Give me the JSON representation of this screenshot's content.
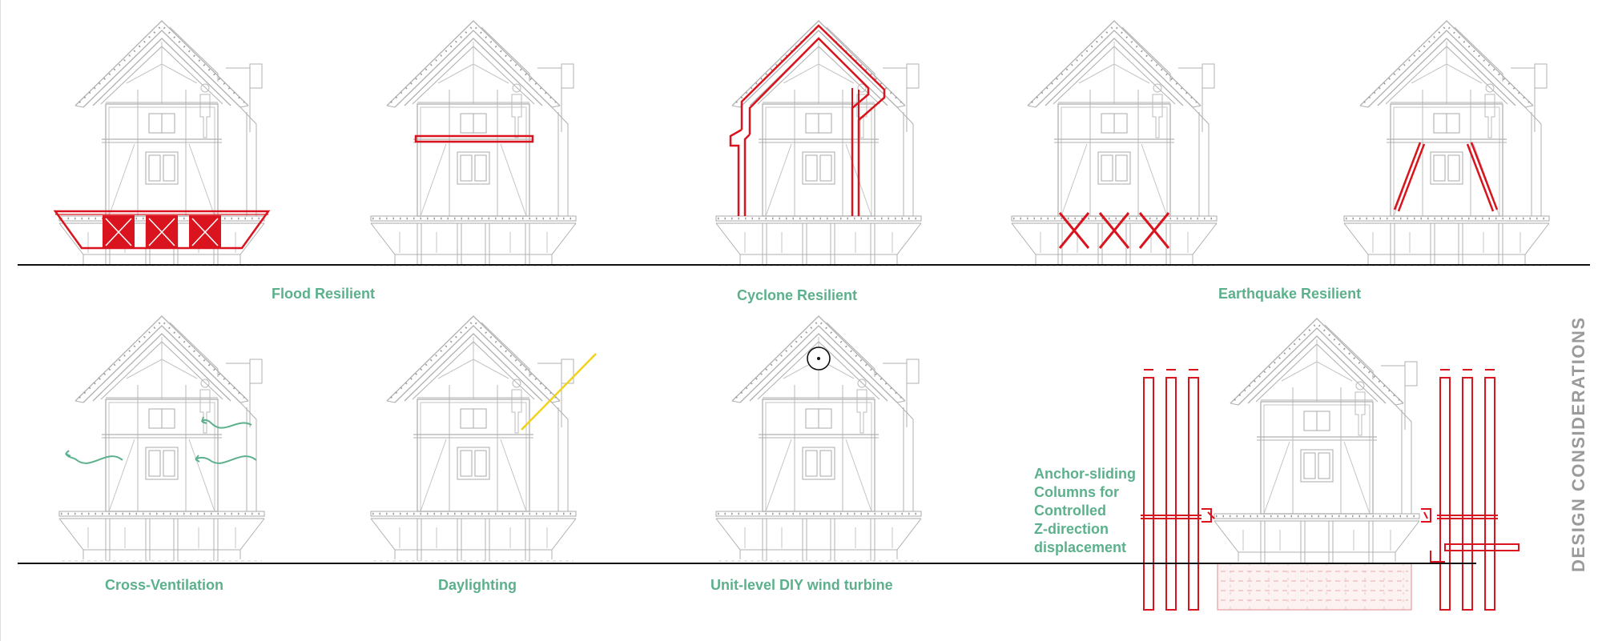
{
  "labels": {
    "flood": "Flood Resilient",
    "cyclone": "Cyclone Resilient",
    "earthquake": "Earthquake Resilient",
    "cross_ventilation": "Cross-Ventilation",
    "daylighting": "Daylighting",
    "wind_turbine": "Unit-level DIY wind turbine"
  },
  "anchor_note": [
    "Anchor-sliding",
    "Columns for",
    "Controlled",
    "Z-direction",
    "displacement"
  ],
  "side_title": "DESIGN CONSIDERATIONS",
  "colors": {
    "label_green": "#5cb08c",
    "highlight_red": "#d9141e",
    "sun_yellow": "#f2d21b",
    "line_gray": "#b0b0b0",
    "ground_black": "#111111",
    "title_gray": "#9a9a9a"
  },
  "houses": [
    {
      "id": "flood-1",
      "highlight": "flooded-base-boxes"
    },
    {
      "id": "flood-2",
      "highlight": "raised-floor-beam"
    },
    {
      "id": "cyclone",
      "highlight": "roof-and-wall-outline"
    },
    {
      "id": "earthquake-1",
      "highlight": "base-cross-bracing"
    },
    {
      "id": "earthquake-2",
      "highlight": "diagonal-wall-bracing"
    },
    {
      "id": "cross-ventilation",
      "highlight": "airflow-arrows"
    },
    {
      "id": "daylighting",
      "highlight": "sun-ray"
    },
    {
      "id": "wind-turbine",
      "highlight": "roof-turbine"
    },
    {
      "id": "anchor-sliding",
      "highlight": "sliding-columns"
    }
  ]
}
